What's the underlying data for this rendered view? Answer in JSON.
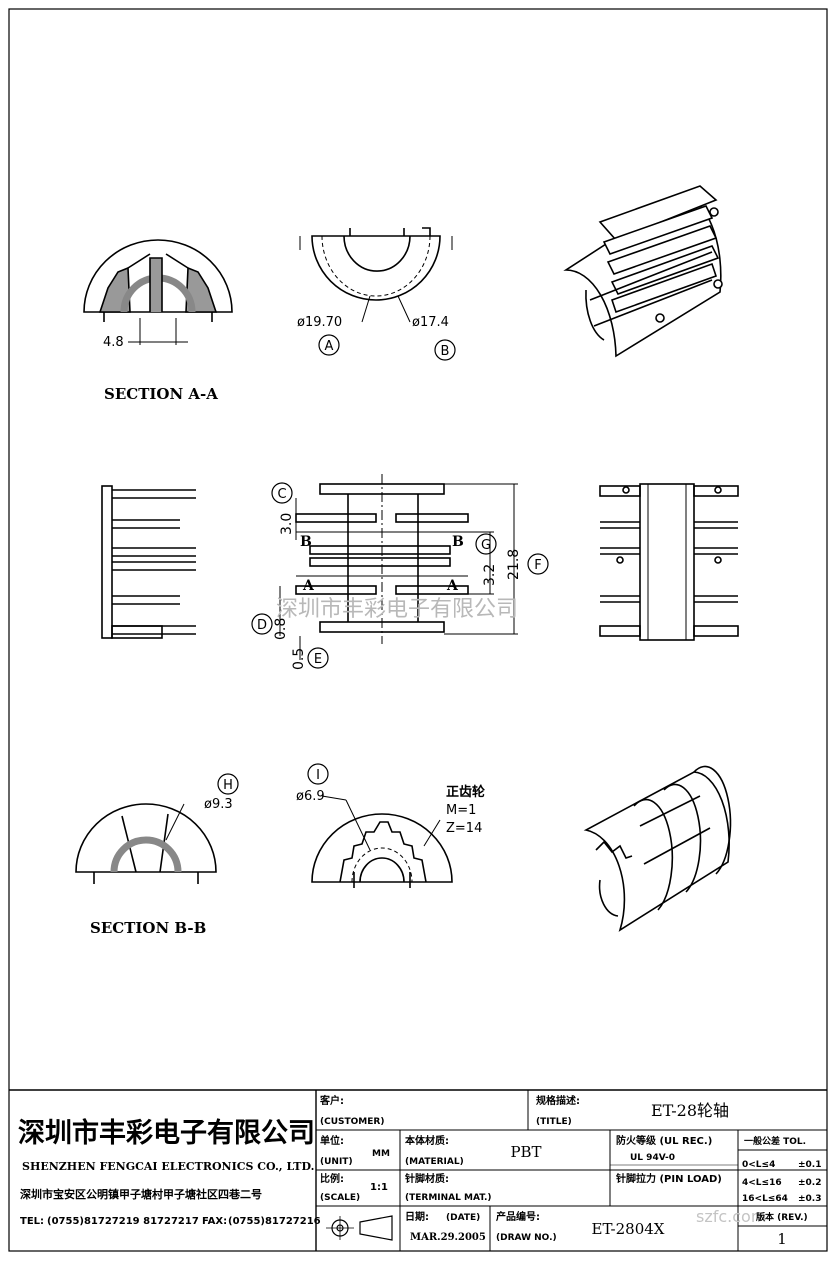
{
  "drawing": {
    "section_a_label": "SECTION A-A",
    "section_b_label": "SECTION B-B",
    "dims": {
      "d_4_8": "4.8",
      "d_19_70": "ø19.70",
      "d_17_4": "ø17.4",
      "d_3_0": "3.0",
      "d_3_2": "3.2",
      "d_21_8": "21.8",
      "d_0_8": "0.8",
      "d_0_5": "0.5",
      "d_9_3": "ø9.3",
      "d_6_9": "ø6.9"
    },
    "callouts": {
      "A": "A",
      "B": "B",
      "C": "C",
      "D": "D",
      "E": "E",
      "F": "F",
      "G": "G",
      "H": "H",
      "I": "I"
    },
    "section_marks": {
      "b": "B",
      "a": "A"
    },
    "gear_note": {
      "title": "正齿轮",
      "module": "M=1",
      "teeth": "Z=14"
    },
    "watermark": "深圳市丰彩电子有限公司",
    "watermark_url": "szfc.com"
  },
  "title_block": {
    "company_cn": "深圳市丰彩电子有限公司",
    "company_en": "SHENZHEN FENGCAI ELECTRONICS CO., LTD.",
    "address": "深圳市宝安区公明镇甲子塘村甲子塘社区四巷二号",
    "tel_label": "TEL:",
    "tel_value": "(0755)81727219  81727217",
    "fax_label": "FAX:",
    "fax_value": "(0755)81727216",
    "customer_cn": "客户:",
    "customer_en": "(CUSTOMER)",
    "title_cn": "规格描述:",
    "title_en": "(TITLE)",
    "title_value": "ET-28轮轴",
    "unit_cn": "单位:",
    "unit_en": "(UNIT)",
    "unit_value": "MM",
    "material_cn": "本体材质:",
    "material_en": "(MATERIAL)",
    "material_value": "PBT",
    "fire_cn": "防火等级 (UL REC.)",
    "fire_value": "UL 94V-0",
    "tol_title": "一般公差 TOL.",
    "tol_rows": [
      {
        "range": "0<L≤4",
        "tol": "±0.1"
      },
      {
        "range": "4<L≤16",
        "tol": "±0.2"
      },
      {
        "range": "16<L≤64",
        "tol": "±0.3"
      }
    ],
    "scale_cn": "比例:",
    "scale_en": "(SCALE)",
    "scale_value": "1:1",
    "terminal_cn": "针脚材质:",
    "terminal_en": "(TERMINAL MAT.)",
    "pinload_cn": "针脚拉力 (PIN LOAD)",
    "date_cn": "日期:",
    "date_en": "(DATE)",
    "date_value": "MAR.29.2005",
    "drawno_cn": "产品编号:",
    "drawno_en": "(DRAW NO.)",
    "drawno_value": "ET-2804X",
    "version_label": "版本 (REV.)",
    "version_value": "1"
  }
}
